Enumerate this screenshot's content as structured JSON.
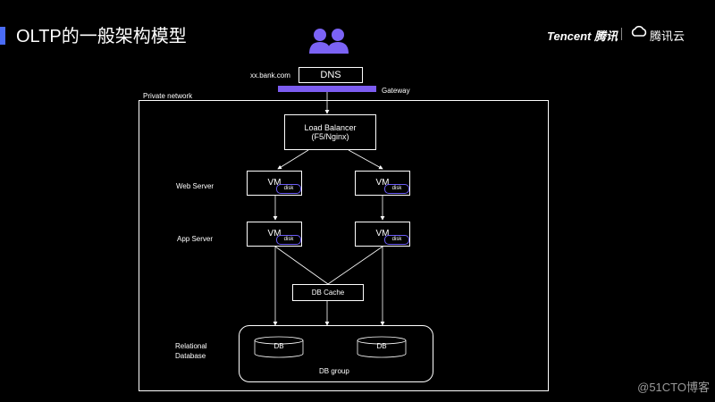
{
  "header": {
    "title": "OLTP的一般架构模型",
    "brand_tencent": "Tencent 腾讯",
    "brand_cloud": "腾讯云"
  },
  "diagram": {
    "domain_label": "xx.bank.com",
    "dns_label": "DNS",
    "gateway_label": "Gateway",
    "private_network_label": "Private network",
    "load_balancer_line1": "Load Balancer",
    "load_balancer_line2": "(F5/Nginx)",
    "web_server_label": "Web Server",
    "app_server_label": "App Server",
    "vm_label": "VM",
    "disk_label": "disk",
    "db_cache_label": "DB Cache",
    "relational_database_line1": "Relational",
    "relational_database_line2": "Database",
    "db_label": "DB",
    "db_group_label": "DB group"
  },
  "watermark": "@51CTO博客",
  "colors": {
    "accent": "#4a6cf7",
    "gateway": "#7c5cf0",
    "users": "#7b63f5"
  }
}
